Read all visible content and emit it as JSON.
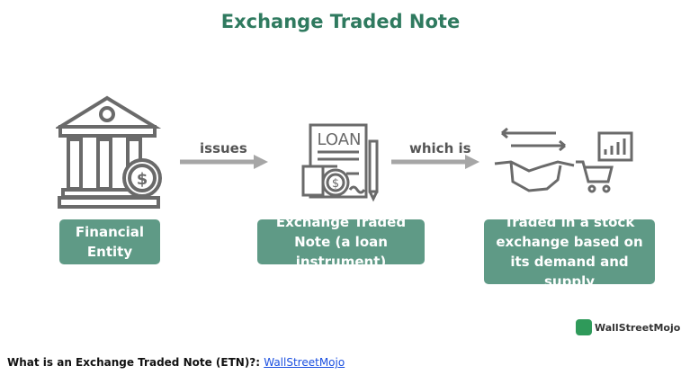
{
  "title": "Exchange Traded Note",
  "steps": [
    {
      "icon": "bank-icon",
      "label": "Financial Entity"
    },
    {
      "icon": "loan-document-icon",
      "label": "Exchange Traded Note (a loan instrument)"
    },
    {
      "icon": "handshake-trade-icon",
      "label": "Traded in a stock exchange based on its demand and supply"
    }
  ],
  "arrows": [
    "issues",
    "which is"
  ],
  "loan_text": "LOAN",
  "logo": "WallStreetMojo",
  "caption": {
    "text": "What is an Exchange Traded Note (ETN)?: ",
    "link": "WallStreetMojo"
  },
  "colors": {
    "title": "#2f7a5f",
    "box": "#5f9a86",
    "icon": "#6a6a6a"
  }
}
